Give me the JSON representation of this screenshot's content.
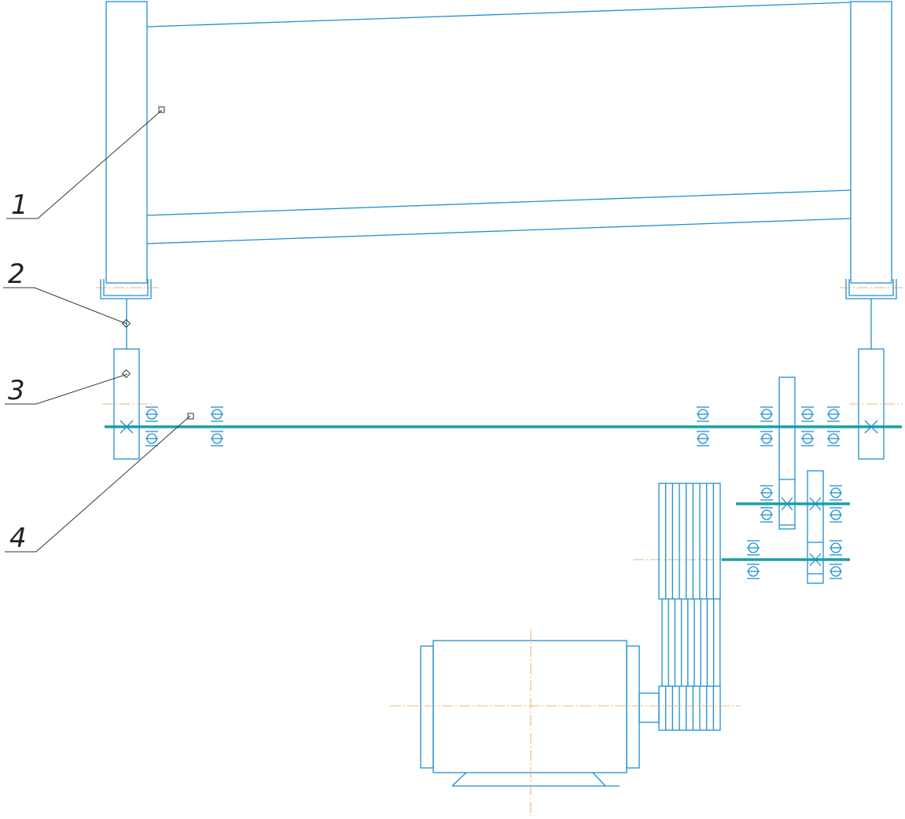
{
  "labels": [
    {
      "id": "1",
      "text": "1"
    },
    {
      "id": "2",
      "text": "2"
    },
    {
      "id": "3",
      "text": "3"
    },
    {
      "id": "4",
      "text": "4"
    }
  ],
  "colors": {
    "outline": "#1f8fd0",
    "shaft": "#1a9fa8",
    "centerline": "#e2a25a",
    "leader": "#333333"
  }
}
